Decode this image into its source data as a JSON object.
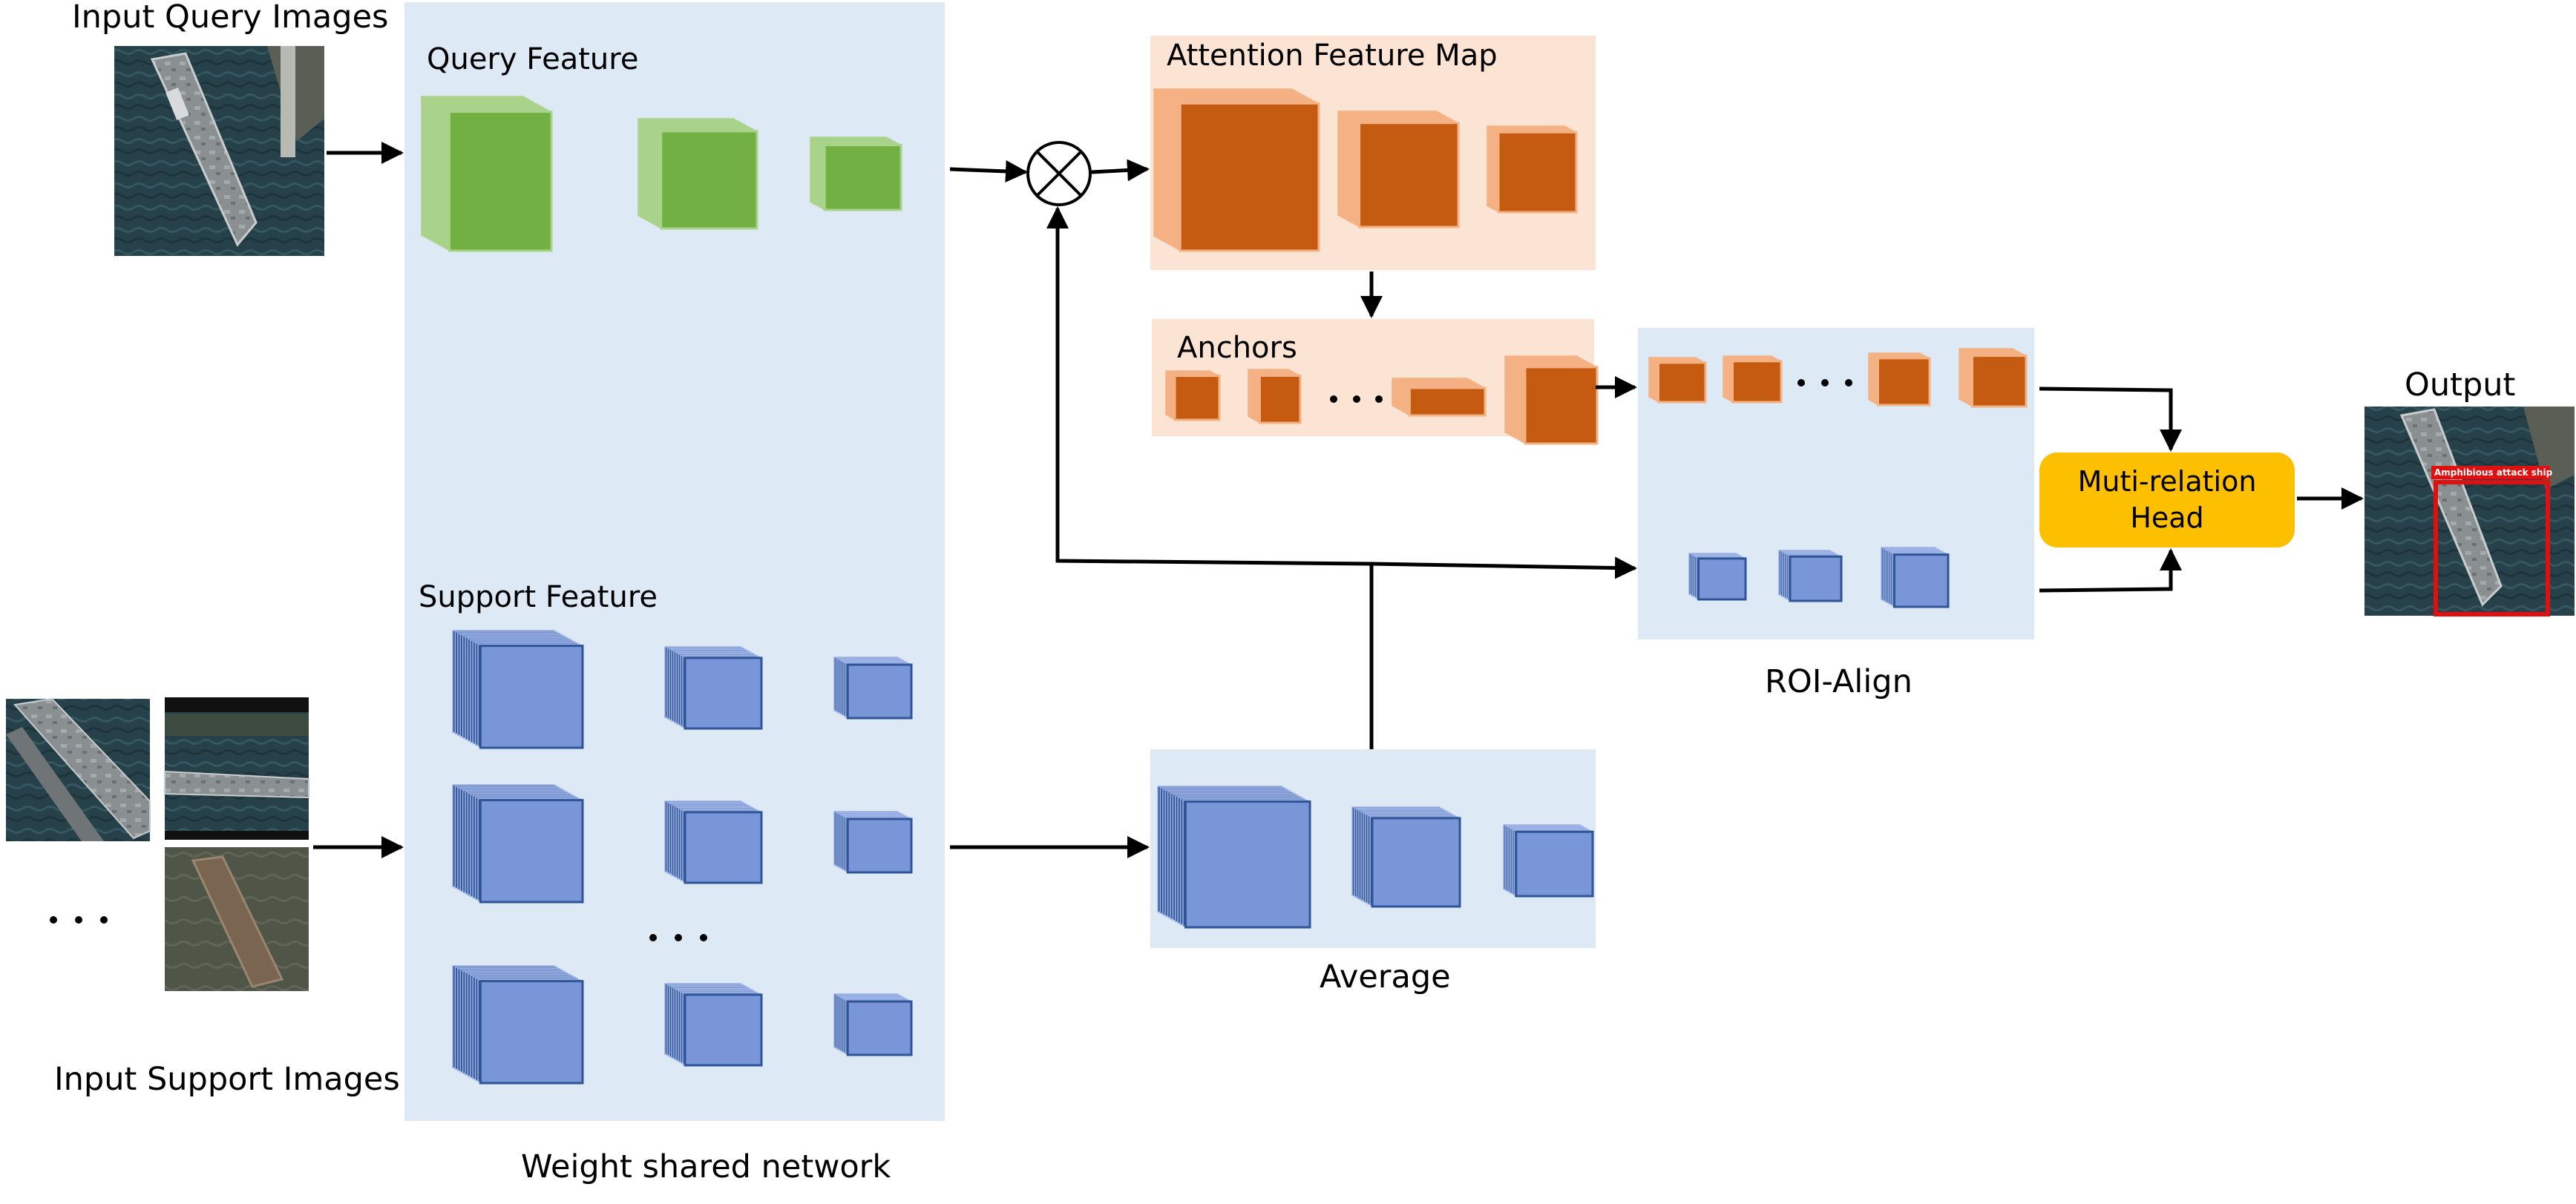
{
  "labels": {
    "input_query_images": "Input Query Images",
    "input_support_images": "Input Support Images",
    "query_feature": "Query Feature",
    "support_feature": "Support Feature",
    "weight_shared_network": "Weight shared network",
    "attention_feature_map": "Attention Feature Map",
    "anchors": "Anchors",
    "roi_align": "ROI-Align",
    "average": "Average",
    "output": "Output",
    "multi_relation_head_line1": "Muti-relation",
    "multi_relation_head_line2": "Head",
    "detection_label": "Amphibious attack ship",
    "ellipsis": "· · ·"
  },
  "colors": {
    "panel_blue": "#dee9f6",
    "panel_orange": "#fbe4d4",
    "green_front": "#72b044",
    "green_side": "#a9d28a",
    "blue_front": "#7896d8",
    "blue_side": "#2f5597",
    "orange_front": "#c55a11",
    "orange_side": "#f4b183",
    "head_fill": "#fcc000",
    "detection_box": "#e01010",
    "arrow": "#000000"
  },
  "icons": {
    "multiply": "circled-times-icon"
  }
}
